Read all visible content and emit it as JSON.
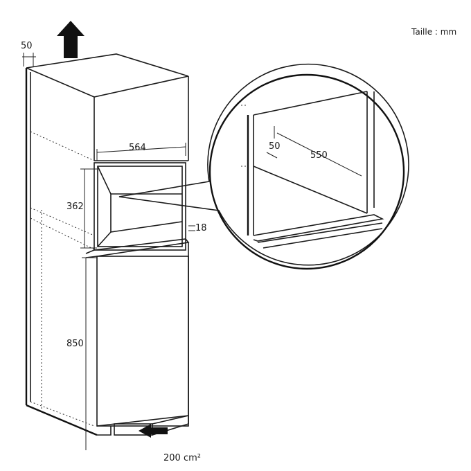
{
  "unit_note": "Taille : mm",
  "dimensions": {
    "top_gap": "50",
    "niche_width": "564",
    "niche_height": "362",
    "shelf_thickness": "18",
    "lower_height": "850",
    "zoom_gap": "50",
    "zoom_depth": "550",
    "vent_area": "200 cm²"
  },
  "icons": {
    "top_arrow": "arrow-up-icon",
    "bottom_arrow": "arrow-left-icon"
  },
  "colors": {
    "line": "#1a1a1a",
    "background": "#ffffff"
  }
}
